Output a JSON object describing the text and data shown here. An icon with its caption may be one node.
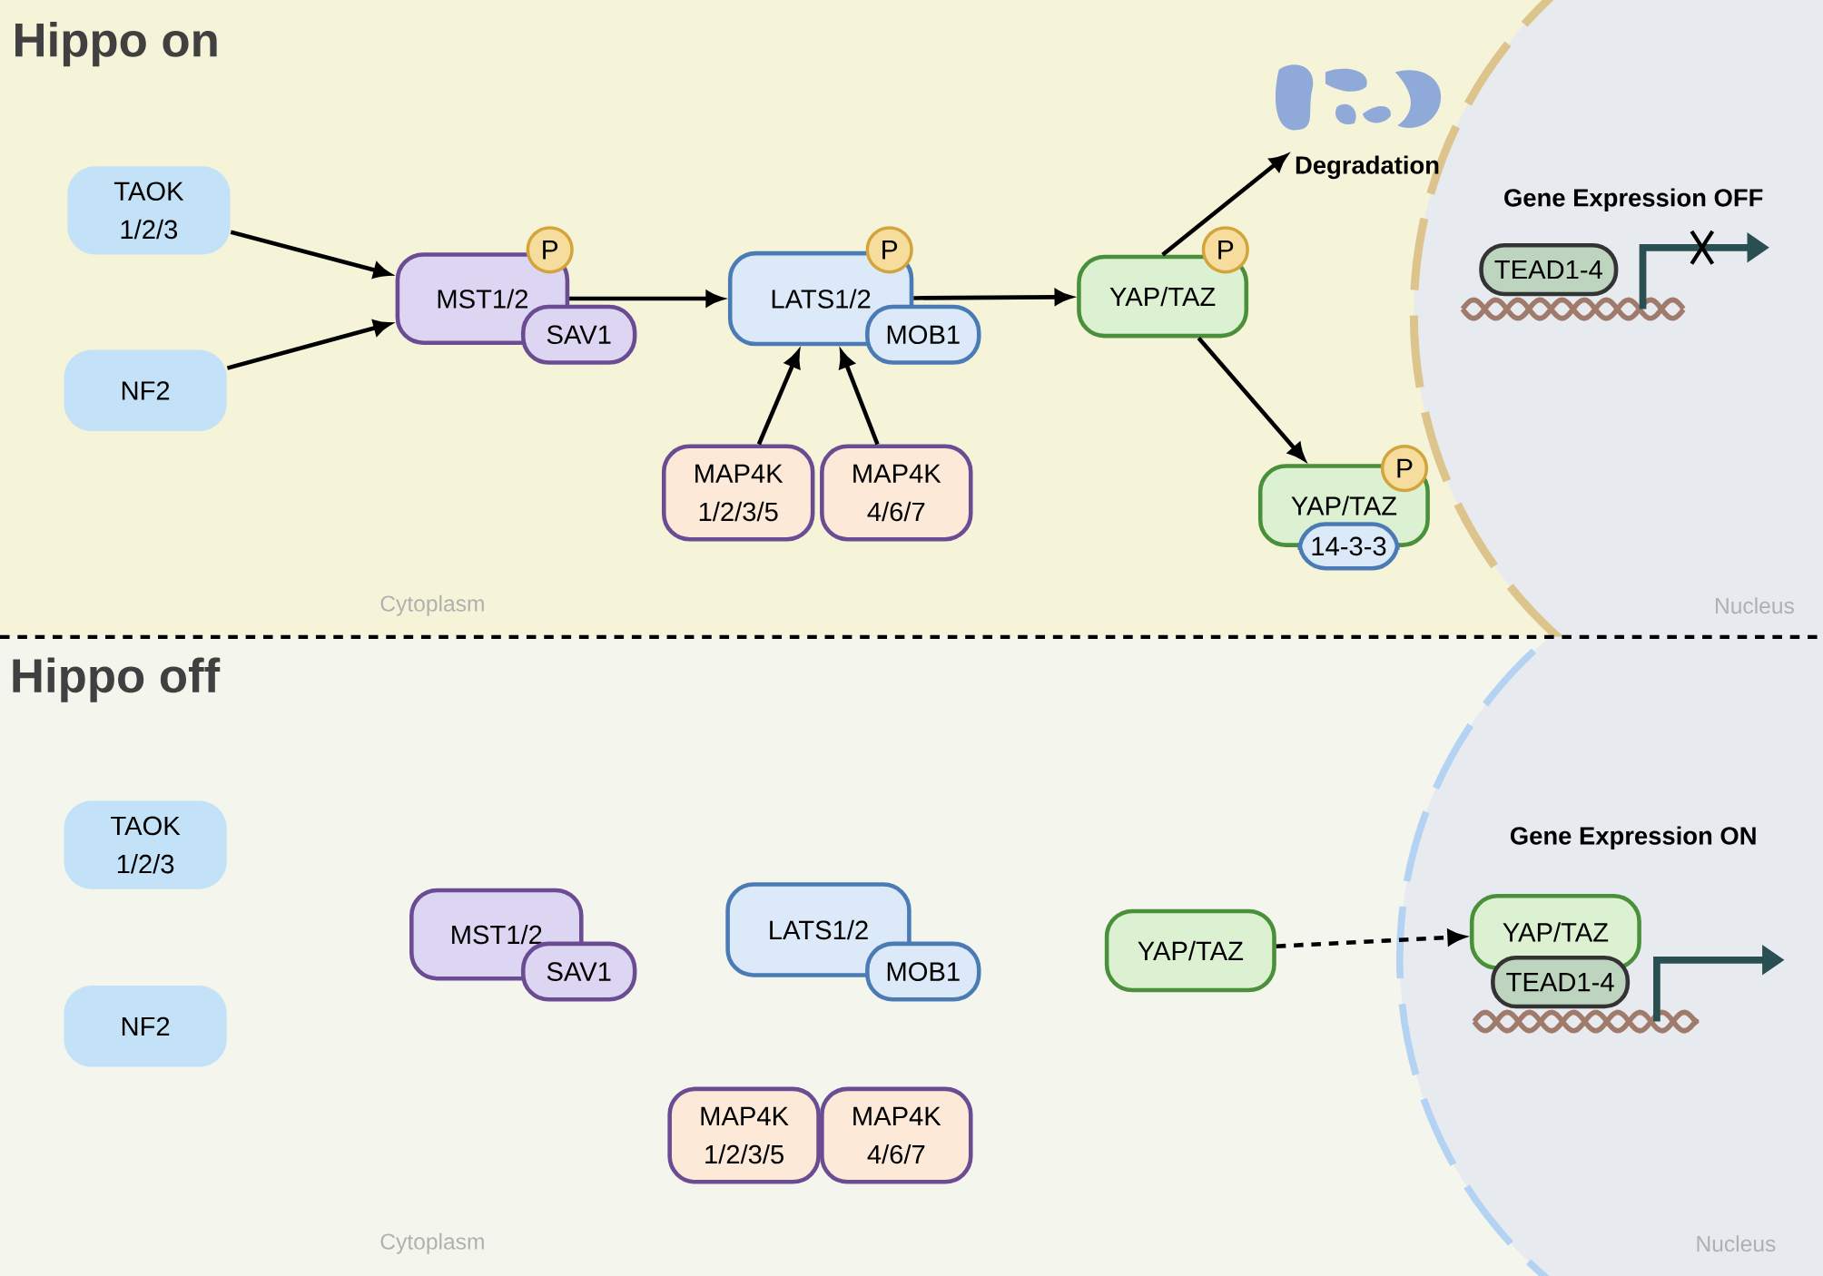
{
  "diagram": {
    "nodes": [
      {
        "text": [
          "TAOK 1/2/3"
        ]
      },
      {
        "text": [
          "NF2"
        ]
      },
      {
        "text": [
          "MST1/2"
        ]
      },
      {
        "text": [
          "SAV1"
        ]
      },
      {
        "text": [
          "P"
        ]
      },
      {
        "text": [
          "LATS1/2"
        ]
      },
      {
        "text": [
          "MOB1"
        ]
      },
      {
        "text": [
          "P"
        ]
      },
      {
        "text": [
          "MAP4K 1/2/3/5"
        ]
      },
      {
        "text": [
          "MAP4K 4/6/7"
        ]
      },
      {
        "text": [
          "YAP/TAZ"
        ]
      },
      {
        "text": [
          "P"
        ]
      },
      {
        "text": [
          "Degradation"
        ]
      },
      {
        "text": [
          "YAP/TAZ"
        ]
      },
      {
        "text": [
          "14-3-3"
        ]
      },
      {
        "text": [
          "P"
        ]
      },
      {
        "text": [
          "TEAD1-4"
        ]
      },
      {
        "text": [
          "TAOK 1/2/3"
        ]
      },
      {
        "text": [
          "NF2"
        ]
      },
      {
        "text": [
          "MST1/2"
        ]
      },
      {
        "text": [
          "SAV1"
        ]
      },
      {
        "text": [
          "LATS1/2"
        ]
      },
      {
        "text": [
          "MOB1"
        ]
      },
      {
        "text": [
          "MAP4K 1/2/3/5"
        ]
      },
      {
        "text": [
          "MAP4K 4/6/7"
        ]
      },
      {
        "text": [
          "YAP/TAZ"
        ]
      },
      {
        "text": [
          "YAP/TAZ"
        ]
      },
      {
        "text": [
          "TEAD1-4"
        ]
      }
    ],
    "edges": [
      {
        "from": 0,
        "to": 2,
        "arrow": "to"
      },
      {
        "from": 1,
        "to": 2,
        "arrow": "to"
      },
      {
        "from": 2,
        "to": 5,
        "arrow": "to"
      },
      {
        "from": 5,
        "to": 10,
        "arrow": "to"
      },
      {
        "from": 8,
        "to": 5,
        "arrow": "to"
      },
      {
        "from": 9,
        "to": 5,
        "arrow": "to"
      },
      {
        "from": 10,
        "to": 12,
        "arrow": "to"
      },
      {
        "from": 10,
        "to": 13,
        "arrow": "to"
      },
      {
        "from": 25,
        "to": 26,
        "arrow": "to",
        "style": "dashed"
      }
    ],
    "labels": [
      "Hippo on",
      "Gene Expression OFF",
      "Cytoplasm",
      "Nucleus",
      "Hippo off",
      "Gene Expression ON",
      "Cytoplasm",
      "Nucleus"
    ]
  }
}
